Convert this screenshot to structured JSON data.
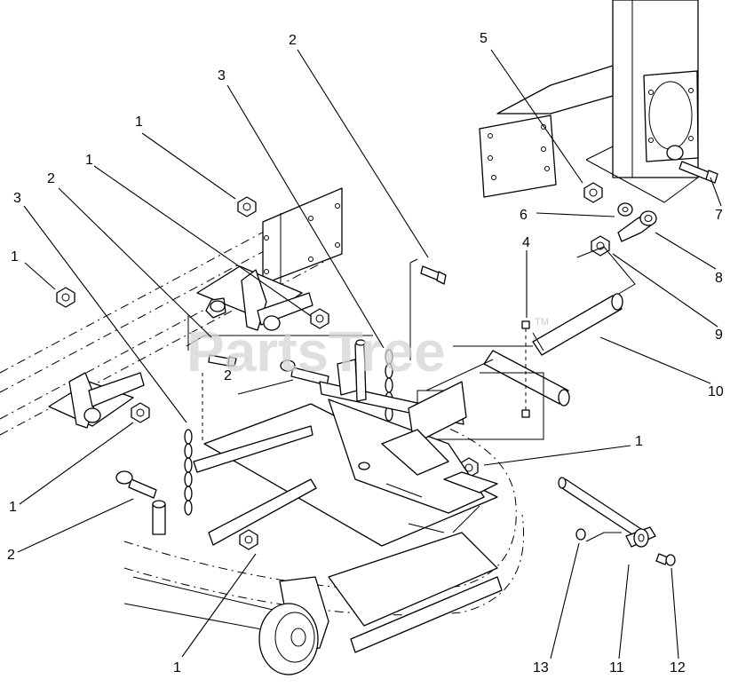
{
  "watermark": {
    "text": "PartsTree",
    "mark": "TM"
  },
  "callouts": [
    {
      "id": "c-1a",
      "label": "1"
    },
    {
      "id": "c-1b",
      "label": "1"
    },
    {
      "id": "c-1c",
      "label": "1"
    },
    {
      "id": "c-1d",
      "label": "1"
    },
    {
      "id": "c-1e",
      "label": "1"
    },
    {
      "id": "c-1f",
      "label": "1"
    },
    {
      "id": "c-2a",
      "label": "2"
    },
    {
      "id": "c-2b",
      "label": "2"
    },
    {
      "id": "c-2c",
      "label": "2"
    },
    {
      "id": "c-2d",
      "label": "2"
    },
    {
      "id": "c-3a",
      "label": "3"
    },
    {
      "id": "c-3b",
      "label": "3"
    },
    {
      "id": "c-4",
      "label": "4"
    },
    {
      "id": "c-5",
      "label": "5"
    },
    {
      "id": "c-6",
      "label": "6"
    },
    {
      "id": "c-7",
      "label": "7"
    },
    {
      "id": "c-8",
      "label": "8"
    },
    {
      "id": "c-9",
      "label": "9"
    },
    {
      "id": "c-10",
      "label": "10"
    },
    {
      "id": "c-11",
      "label": "11"
    },
    {
      "id": "c-12",
      "label": "12"
    },
    {
      "id": "c-13",
      "label": "13"
    }
  ]
}
